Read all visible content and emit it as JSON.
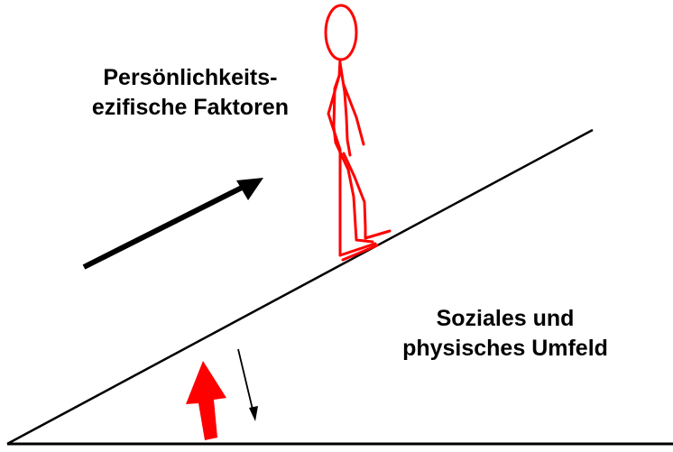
{
  "labels": {
    "personal_factors": {
      "line1": "Persönlichkeits-",
      "line2": "ezifische Faktoren"
    },
    "environment": {
      "line1": "Soziales und",
      "line2": "physisches Umfeld"
    }
  },
  "colors": {
    "figure": "#ff0000",
    "red_arrow": "#ff0000",
    "lines": "#000000",
    "text": "#000000"
  }
}
